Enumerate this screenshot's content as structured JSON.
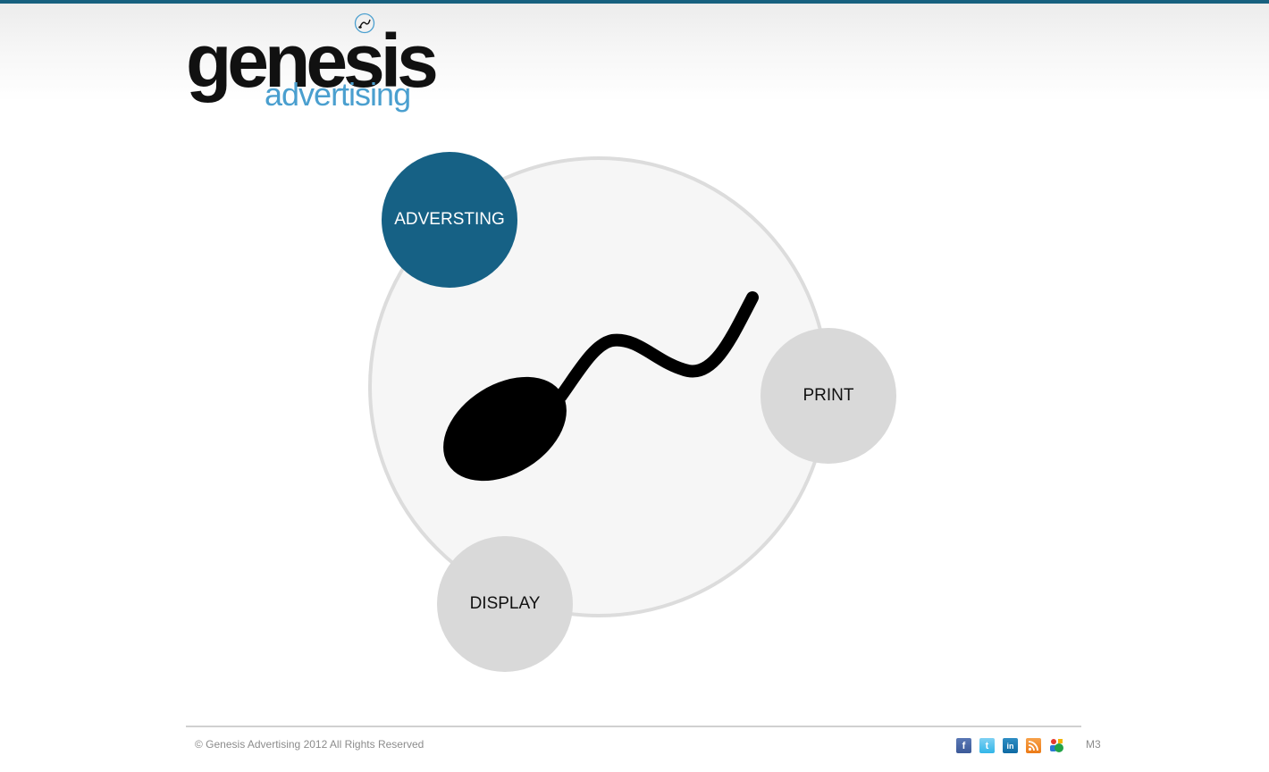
{
  "brand": {
    "name_main": "genesis",
    "name_sub": "advertising",
    "colors": {
      "topbar": "#17607f",
      "accent": "#166185",
      "sub_text": "#4a9fcf"
    }
  },
  "diagram": {
    "center_icon": "sperm-icon",
    "nodes": [
      {
        "label": "ADVERSTING",
        "state": "active",
        "color": "#166185"
      },
      {
        "label": "PRINT",
        "state": "inactive",
        "color": "#d9d9d9"
      },
      {
        "label": "DISPLAY",
        "state": "inactive",
        "color": "#d9d9d9"
      }
    ]
  },
  "footer": {
    "copyright": "© Genesis Advertising 2012 All Rights Reserved",
    "social": [
      {
        "name": "facebook-icon",
        "glyph": "f"
      },
      {
        "name": "twitter-icon",
        "glyph": "t"
      },
      {
        "name": "linkedin-icon",
        "glyph": "in"
      },
      {
        "name": "rss-icon",
        "glyph": ""
      },
      {
        "name": "google-icon",
        "glyph": ""
      }
    ],
    "code": "M3"
  }
}
